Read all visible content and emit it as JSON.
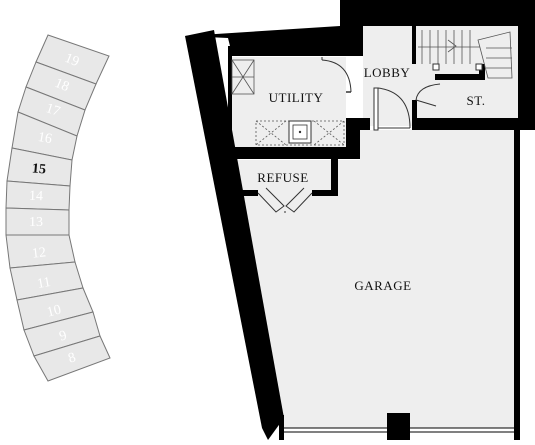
{
  "floors": {
    "items": [
      {
        "label": "19",
        "current": false
      },
      {
        "label": "18",
        "current": false
      },
      {
        "label": "17",
        "current": false
      },
      {
        "label": "16",
        "current": false
      },
      {
        "label": "15",
        "current": true
      },
      {
        "label": "14",
        "current": false
      },
      {
        "label": "13",
        "current": false
      },
      {
        "label": "12",
        "current": false
      },
      {
        "label": "11",
        "current": false
      },
      {
        "label": "10",
        "current": false
      },
      {
        "label": "9",
        "current": false
      },
      {
        "label": "8",
        "current": false
      }
    ]
  },
  "rooms": {
    "utility": "UTILITY",
    "lobby": "LOBBY",
    "stair": "ST.",
    "refuse": "REFUSE",
    "garage": "GARAGE"
  },
  "colors": {
    "wall": "#000000",
    "floor_fill": "#e8e8e8",
    "floor_stroke": "#777777",
    "room_fill": "#eeeeee"
  }
}
